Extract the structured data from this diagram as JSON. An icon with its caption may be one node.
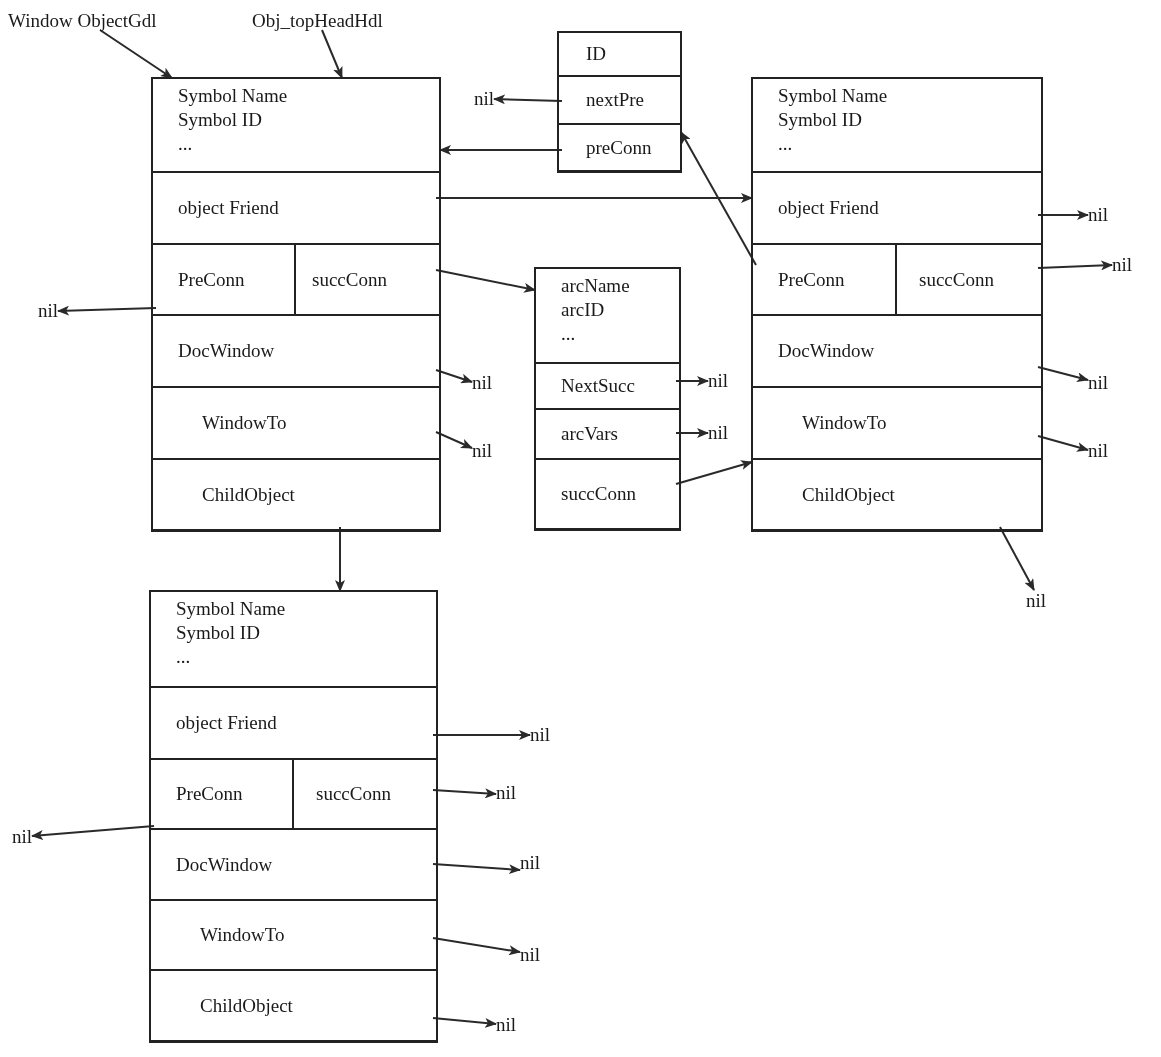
{
  "diagram": {
    "nodes": [
      {
        "text": [
          "Window ObjectGdl"
        ]
      },
      {
        "text": [
          "Obj_topHeadHdl"
        ]
      },
      {
        "text": [],
        "shape": "box"
      },
      {
        "text": [
          "Symbol Name",
          "Symbol ID",
          "..."
        ],
        "in": 2
      },
      {
        "text": [
          "object Friend"
        ],
        "in": 2
      },
      {
        "text": [
          "PreConn"
        ],
        "in": 2
      },
      {
        "text": [
          "succConn"
        ],
        "in": 2
      },
      {
        "text": [
          "DocWindow"
        ],
        "in": 2
      },
      {
        "text": [
          "WindowTo"
        ],
        "in": 2
      },
      {
        "text": [
          "ChildObject"
        ],
        "in": 2
      },
      {
        "text": [],
        "shape": "box"
      },
      {
        "text": [
          "ID"
        ],
        "in": 10
      },
      {
        "text": [
          "nextPre"
        ],
        "in": 10
      },
      {
        "text": [
          "preConn"
        ],
        "in": 10
      },
      {
        "text": [],
        "shape": "box"
      },
      {
        "text": [
          "Symbol Name",
          "Symbol ID",
          "..."
        ],
        "in": 14
      },
      {
        "text": [
          "object Friend"
        ],
        "in": 14
      },
      {
        "text": [
          "PreConn"
        ],
        "in": 14
      },
      {
        "text": [
          "succConn"
        ],
        "in": 14
      },
      {
        "text": [
          "DocWindow"
        ],
        "in": 14
      },
      {
        "text": [
          "WindowTo"
        ],
        "in": 14
      },
      {
        "text": [
          "ChildObject"
        ],
        "in": 14
      },
      {
        "text": [],
        "shape": "box"
      },
      {
        "text": [
          "arcName",
          "arcID",
          "..."
        ],
        "in": 22
      },
      {
        "text": [
          "NextSucc"
        ],
        "in": 22
      },
      {
        "text": [
          "arcVars"
        ],
        "in": 22
      },
      {
        "text": [
          "succConn"
        ],
        "in": 22
      },
      {
        "text": [],
        "shape": "box"
      },
      {
        "text": [
          "Symbol Name",
          "Symbol ID",
          "..."
        ],
        "in": 27
      },
      {
        "text": [
          "object Friend"
        ],
        "in": 27
      },
      {
        "text": [
          "PreConn"
        ],
        "in": 27
      },
      {
        "text": [
          "succConn"
        ],
        "in": 27
      },
      {
        "text": [
          "DocWindow"
        ],
        "in": 27
      },
      {
        "text": [
          "WindowTo"
        ],
        "in": 27
      },
      {
        "text": [
          "ChildObject"
        ],
        "in": 27
      },
      {
        "text": [
          "nil"
        ]
      },
      {
        "text": [
          "nil"
        ]
      },
      {
        "text": [
          "nil"
        ]
      },
      {
        "text": [
          "nil"
        ]
      },
      {
        "text": [
          "nil"
        ]
      },
      {
        "text": [
          "nil"
        ]
      },
      {
        "text": [
          "nil"
        ]
      },
      {
        "text": [
          "nil"
        ]
      },
      {
        "text": [
          "nil"
        ]
      },
      {
        "text": [
          "nil"
        ]
      },
      {
        "text": [
          "nil"
        ]
      },
      {
        "text": [
          "nil"
        ]
      },
      {
        "text": [
          "nil"
        ]
      },
      {
        "text": [
          "nil"
        ]
      },
      {
        "text": [
          "nil"
        ]
      },
      {
        "text": [
          "nil"
        ]
      },
      {
        "text": [
          "nil"
        ]
      }
    ],
    "edges": [
      {
        "from": 0,
        "to": 2,
        "arrow": "to"
      },
      {
        "from": 1,
        "to": 2,
        "arrow": "to"
      },
      {
        "from": 12,
        "to": 35,
        "arrow": "to"
      },
      {
        "from": 13,
        "to": 2,
        "arrow": "to"
      },
      {
        "from": 4,
        "to": 14,
        "arrow": "to"
      },
      {
        "from": 6,
        "to": 22,
        "arrow": "to"
      },
      {
        "from": 17,
        "to": 10,
        "arrow": "to"
      },
      {
        "from": 5,
        "to": 38,
        "arrow": "to"
      },
      {
        "from": 16,
        "to": 36,
        "arrow": "to"
      },
      {
        "from": 18,
        "to": 37,
        "arrow": "to"
      },
      {
        "from": 7,
        "to": 39,
        "arrow": "to"
      },
      {
        "from": 24,
        "to": 40,
        "arrow": "to"
      },
      {
        "from": 19,
        "to": 41,
        "arrow": "to"
      },
      {
        "from": 8,
        "to": 42,
        "arrow": "to"
      },
      {
        "from": 25,
        "to": 43,
        "arrow": "to"
      },
      {
        "from": 26,
        "to": 14,
        "arrow": "to"
      },
      {
        "from": 20,
        "to": 44,
        "arrow": "to"
      },
      {
        "from": 9,
        "to": 27,
        "arrow": "to"
      },
      {
        "from": 21,
        "to": 45,
        "arrow": "to"
      },
      {
        "from": 29,
        "to": 46,
        "arrow": "to"
      },
      {
        "from": 31,
        "to": 47,
        "arrow": "to"
      },
      {
        "from": 30,
        "to": 48,
        "arrow": "to"
      },
      {
        "from": 32,
        "to": 49,
        "arrow": "to"
      },
      {
        "from": 33,
        "to": 50,
        "arrow": "to"
      },
      {
        "from": 34,
        "to": 51,
        "arrow": "to"
      }
    ]
  }
}
